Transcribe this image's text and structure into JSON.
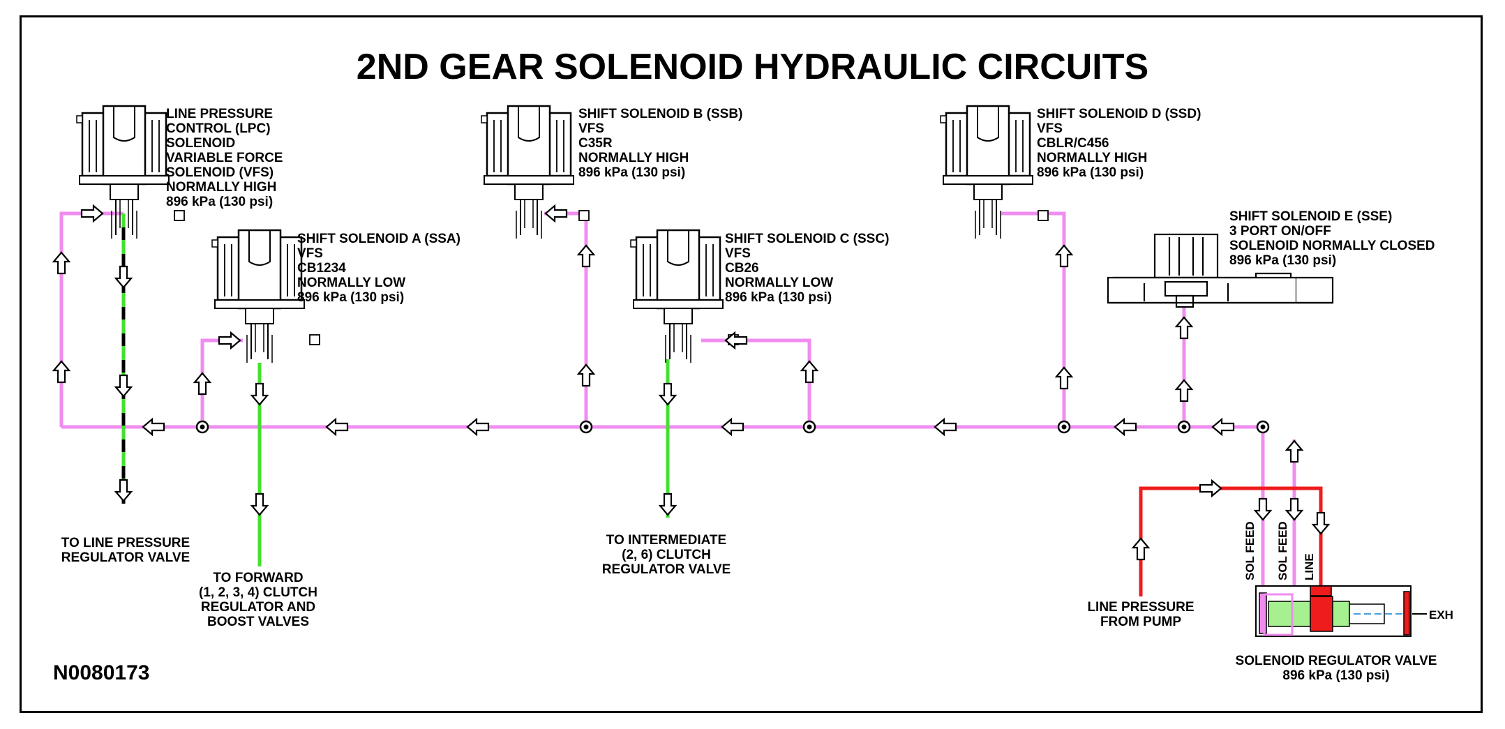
{
  "title": "2ND GEAR SOLENOID HYDRAULIC CIRCUITS",
  "drawing_code": "N0080173",
  "colors": {
    "sol_feed": "#f08cf0",
    "line": "#ee1c1c",
    "clutch": "#44e030",
    "outline": "#000000"
  },
  "solenoids": {
    "lpc": [
      "LINE PRESSURE",
      "CONTROL (LPC)",
      "SOLENOID",
      "VARIABLE FORCE",
      "SOLENOID (VFS)",
      "NORMALLY HIGH",
      "896 kPa (130 psi)"
    ],
    "ssa": [
      "SHIFT SOLENOID A (SSA)",
      "VFS",
      "CB1234",
      "NORMALLY LOW",
      "896 kPa (130 psi)"
    ],
    "ssb": [
      "SHIFT SOLENOID B (SSB)",
      "VFS",
      "C35R",
      "NORMALLY HIGH",
      "896 kPa (130 psi)"
    ],
    "ssc": [
      "SHIFT SOLENOID C (SSC)",
      "VFS",
      "CB26",
      "NORMALLY LOW",
      "896 kPa (130 psi)"
    ],
    "ssd": [
      "SHIFT SOLENOID D (SSD)",
      "VFS",
      "CBLR/C456",
      "NORMALLY HIGH",
      "896 kPa (130 psi)"
    ],
    "sse": [
      "SHIFT SOLENOID E (SSE)",
      "3 PORT ON/OFF",
      "SOLENOID NORMALLY CLOSED",
      "896 kPa (130 psi)"
    ]
  },
  "destinations": {
    "line_pressure_reg": [
      "TO LINE PRESSURE",
      "REGULATOR VALVE"
    ],
    "forward_clutch": [
      "TO FORWARD",
      "(1, 2, 3, 4) CLUTCH",
      "REGULATOR AND",
      "BOOST VALVES"
    ],
    "intermediate_clutch": [
      "TO INTERMEDIATE",
      "(2, 6) CLUTCH",
      "REGULATOR VALVE"
    ],
    "line_from_pump": [
      "LINE PRESSURE",
      "FROM PUMP"
    ]
  },
  "regulator": {
    "name": "SOLENOID REGULATOR VALVE",
    "pressure": "896 kPa (130 psi)",
    "port_sol_feed_1": "SOL FEED",
    "port_sol_feed_2": "SOL FEED",
    "port_line": "LINE",
    "port_exh": "EXH"
  }
}
